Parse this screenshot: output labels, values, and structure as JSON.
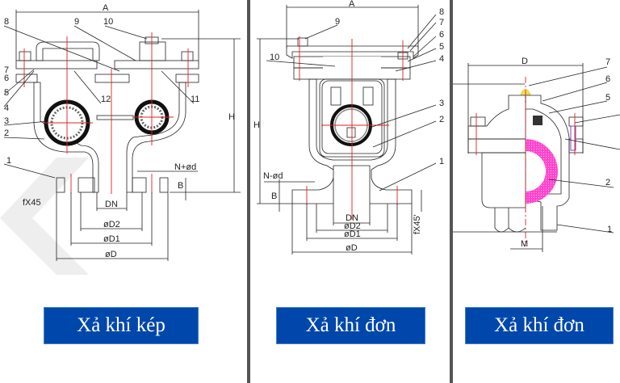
{
  "panels": [
    {
      "caption": "Xả khí kép",
      "part_numbers": [
        "1",
        "2",
        "3",
        "4",
        "5",
        "6",
        "7",
        "8",
        "9",
        "10",
        "11",
        "12"
      ],
      "dimensions": {
        "a": "A",
        "h": "H",
        "dn": "DN",
        "d2": "øD2",
        "d1": "øD1",
        "d": "øD",
        "n_d": "N+ød",
        "b": "B",
        "chamfer": "fX45"
      }
    },
    {
      "caption": "Xả khí đơn",
      "part_numbers": [
        "1",
        "2",
        "3",
        "4",
        "5",
        "6",
        "7",
        "8",
        "9",
        "10"
      ],
      "dimensions": {
        "a": "A",
        "h": "H",
        "dn": "DN",
        "d2": "øD2",
        "d1": "øD1",
        "d": "øD",
        "n_d": "N-ød",
        "b": "B",
        "chamfer": "fX45'"
      }
    },
    {
      "caption": "Xả khí đơn",
      "part_numbers": [
        "1",
        "2",
        "5",
        "6",
        "7"
      ],
      "dimensions": {
        "d": "D",
        "m": "M"
      }
    }
  ],
  "colors": {
    "caption_bg": "#0047ab",
    "divider": "#555555",
    "centerline": "#e02020",
    "float_ball": "#ff44cc",
    "valve_tip": "#f5e050"
  }
}
